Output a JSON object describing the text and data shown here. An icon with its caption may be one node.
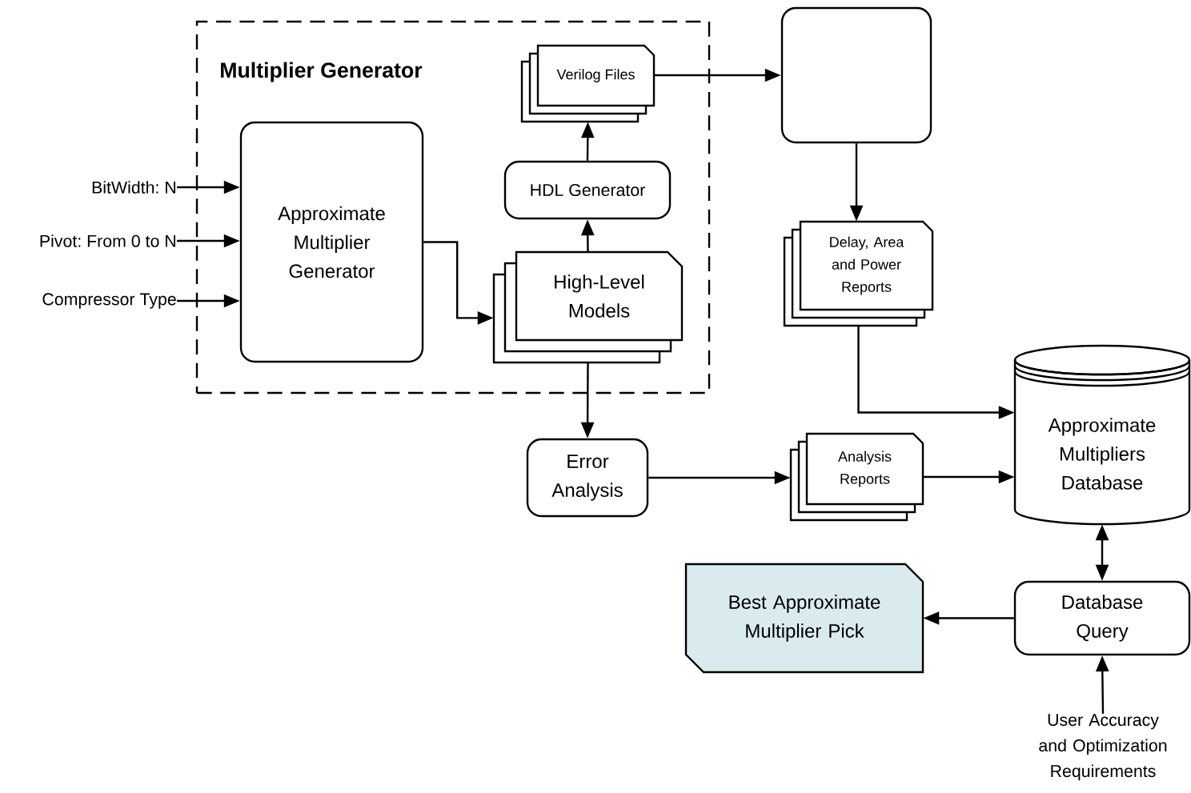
{
  "diagram": {
    "nodes": [
      {
        "text": [
          "Multiplier Generator"
        ]
      },
      {
        "text": [
          "BitWidth: N"
        ]
      },
      {
        "text": [
          "Pivot: From 0 to N"
        ]
      },
      {
        "text": [
          "Compressor Type"
        ]
      },
      {
        "text": [
          "Approximate Multiplier Generator"
        ],
        "in": 0
      },
      {
        "text": [
          "Verilog Files"
        ],
        "in": 0
      },
      {
        "text": [
          "HDL Generator"
        ],
        "in": 0
      },
      {
        "text": [
          "High-Level Models"
        ],
        "in": 0
      },
      {
        "text": [],
        "shape": "box"
      },
      {
        "text": [
          "Delay, Area and Power Reports"
        ]
      },
      {
        "text": [
          "Error Analysis"
        ]
      },
      {
        "text": [
          "Analysis Reports"
        ]
      },
      {
        "text": [
          "Approximate Multipliers Database"
        ]
      },
      {
        "text": [
          "Best Approximate Multiplier Pick"
        ]
      },
      {
        "text": [
          "Database Query"
        ]
      },
      {
        "text": [
          "User Accuracy and Optimization Requirements"
        ]
      }
    ],
    "edges": [
      {
        "from": 1,
        "to": 4,
        "arrow": "to"
      },
      {
        "from": 2,
        "to": 4,
        "arrow": "to"
      },
      {
        "from": 3,
        "to": 4,
        "arrow": "to"
      },
      {
        "from": 4,
        "to": 7,
        "arrow": "to"
      },
      {
        "from": 7,
        "to": 6,
        "arrow": "to"
      },
      {
        "from": 6,
        "to": 5,
        "arrow": "to"
      },
      {
        "from": 5,
        "to": 8,
        "arrow": "to"
      },
      {
        "from": 8,
        "to": 9,
        "arrow": "to"
      },
      {
        "from": 9,
        "to": 12,
        "arrow": "to"
      },
      {
        "from": 7,
        "to": 10,
        "arrow": "to"
      },
      {
        "from": 10,
        "to": 11,
        "arrow": "to"
      },
      {
        "from": 11,
        "to": 12,
        "arrow": "to"
      },
      {
        "from": 12,
        "to": 14,
        "arrow": "both"
      },
      {
        "from": 14,
        "to": 13,
        "arrow": "to"
      },
      {
        "from": 15,
        "to": 14,
        "arrow": "to"
      }
    ]
  }
}
